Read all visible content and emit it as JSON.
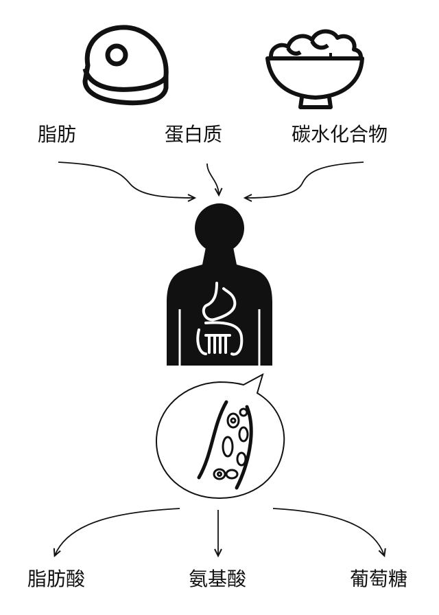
{
  "inputs": {
    "fat": "脂肪",
    "protein": "蛋白质",
    "carbohydrate": "碳水化合物"
  },
  "outputs": {
    "fatty_acid": "脂肪酸",
    "amino_acid": "氨基酸",
    "glucose": "葡萄糖"
  },
  "icons": [
    "meat-icon",
    "rice-bowl-icon",
    "human-digestive-icon",
    "blood-vessel-icon"
  ],
  "colors": {
    "ink": "#111111",
    "background": "#ffffff"
  }
}
